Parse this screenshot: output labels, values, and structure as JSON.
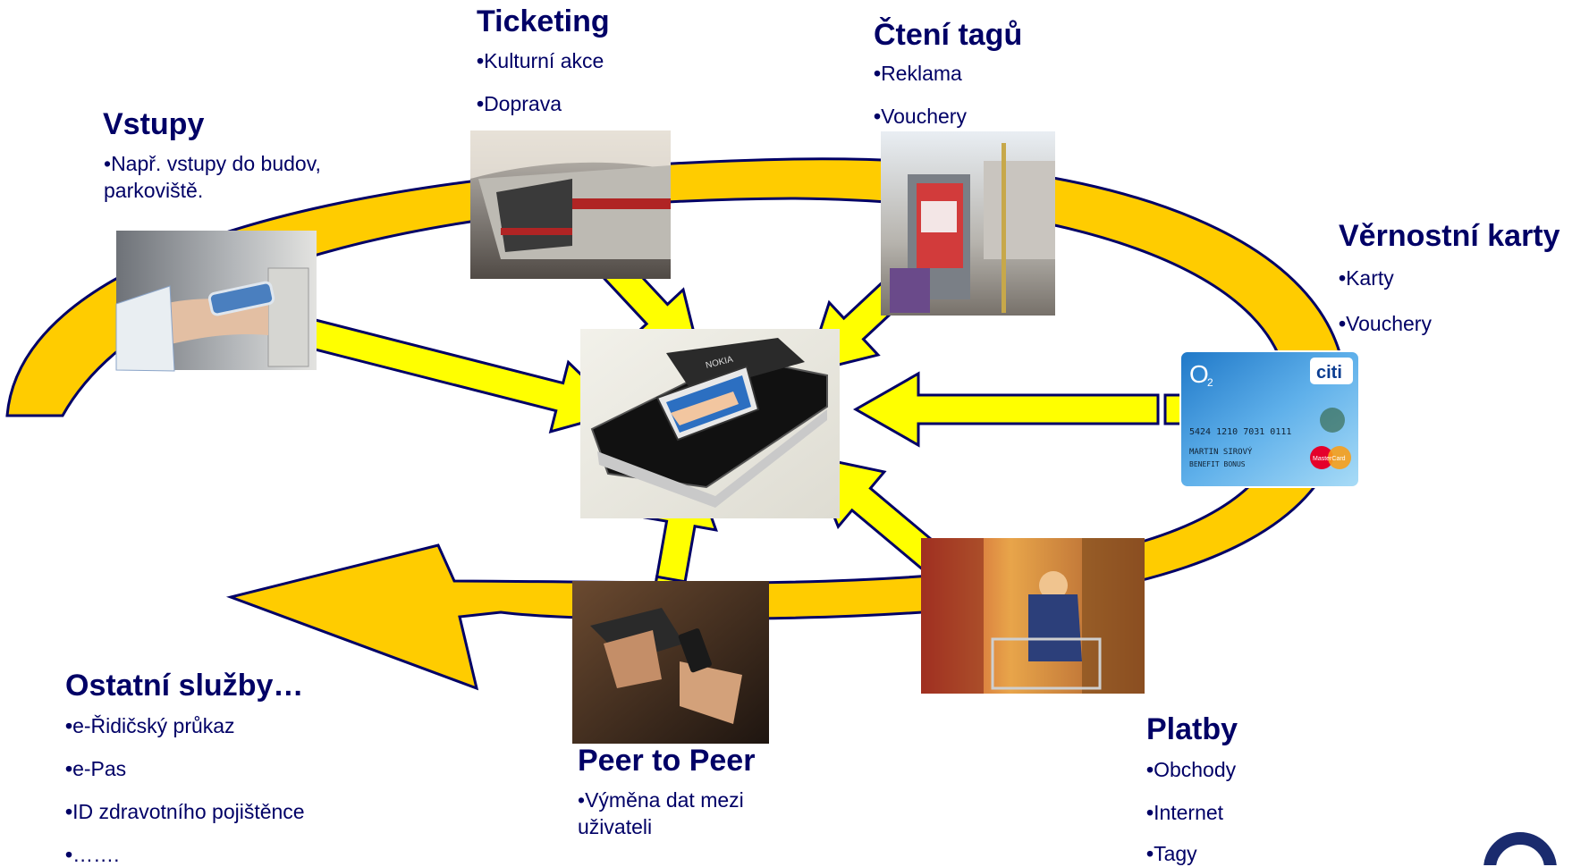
{
  "phone_label": "NOKIA",
  "card": {
    "brand": "O",
    "brand_sub": "2",
    "issuer": "citi",
    "network": "MasterCard",
    "number": "5424 1210 7031 0111",
    "holder": "MARTIN SIROVÝ",
    "extra": "BENEFIT BONUS"
  },
  "sections": {
    "vstupy": {
      "title": "Vstupy",
      "text": "Např. vstupy do budov, parkoviště."
    },
    "ticketing": {
      "title": "Ticketing",
      "items": [
        "Kulturní akce",
        "Doprava"
      ]
    },
    "cteni": {
      "title": "Čtení tagů",
      "items": [
        "Reklama",
        "Vouchery"
      ]
    },
    "vernostni": {
      "title": "Věrnostní karty",
      "items": [
        "Karty",
        "Vouchery"
      ]
    },
    "ostatni": {
      "title": "Ostatní služby…",
      "items": [
        "e-Řidičský průkaz",
        "e-Pas",
        "ID zdravotního pojištěnce",
        "……."
      ]
    },
    "p2p": {
      "title": "Peer to Peer",
      "text": "Výměna dat mezi uživateli"
    },
    "platby": {
      "title": "Platby",
      "items": [
        "Obchody",
        "Internet",
        "Tagy"
      ]
    }
  },
  "colors": {
    "ring": "#FFCC00",
    "ring_stroke": "#000066",
    "arrow": "#FFFF00",
    "arrow_stroke": "#000066",
    "text": "#000066"
  }
}
